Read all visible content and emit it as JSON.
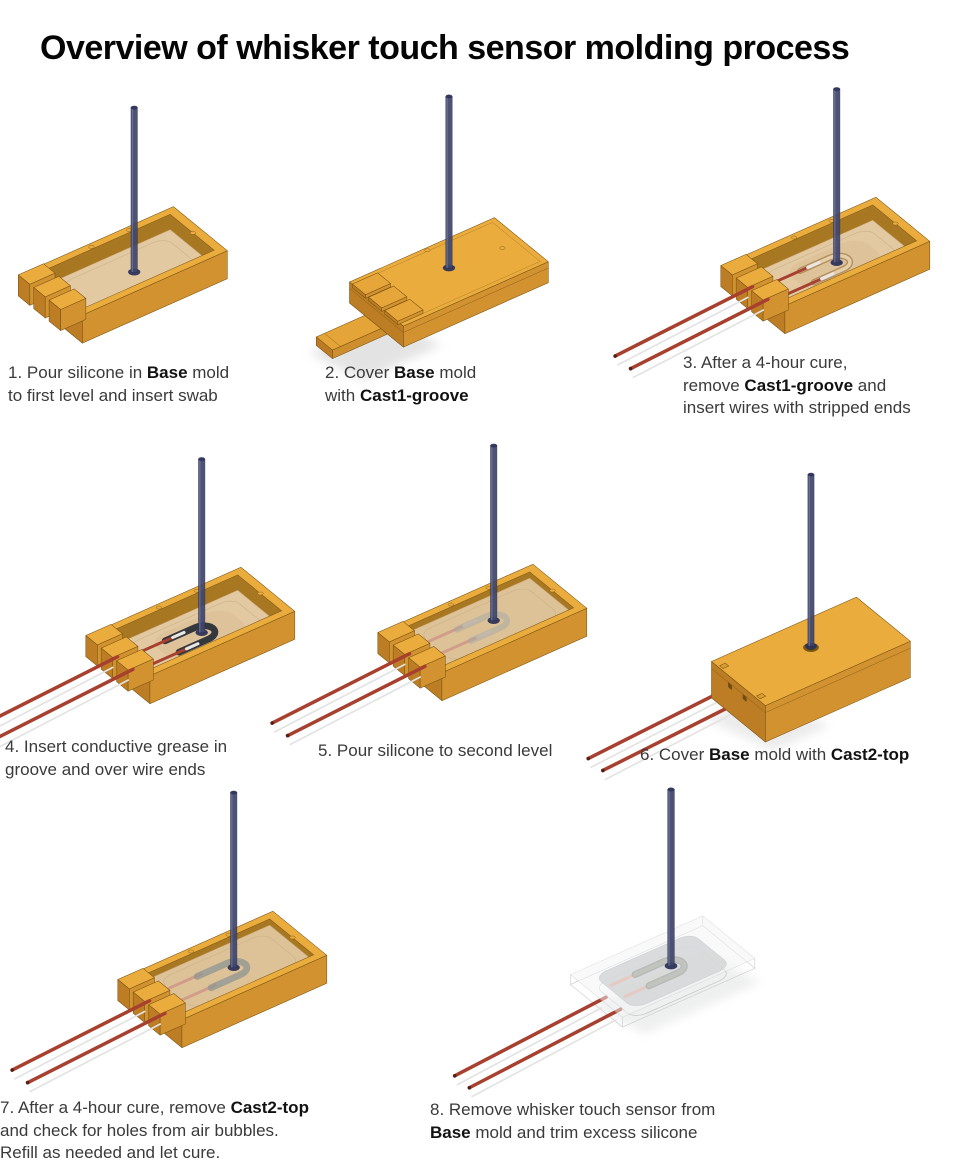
{
  "page": {
    "title": "Overview of whisker touch sensor molding process",
    "background": "#ffffff"
  },
  "colors": {
    "mold_top": "#EBAC3E",
    "mold_front": "#D29230",
    "mold_side": "#BC7D24",
    "mold_outline": "#7A5413",
    "mold_cavity_wall": "#A87722",
    "silicone_first_pour_tan": "#E2C9A2",
    "silicone_cured_gray": "#B5B8B8",
    "whisker_swab_navy": "#41466B",
    "wire_red": "#A8402F",
    "wire_stripped_end": "#E9E7E3",
    "conductive_grease": "#34373C"
  },
  "steps": [
    {
      "number": 1,
      "illustration": "base-mold-open-first-pour-with-swab",
      "caption": [
        {
          "text": "1. Pour silicone in ",
          "bold": false
        },
        {
          "text": "Base",
          "bold": true
        },
        {
          "text": " mold\nto first level and insert swab",
          "bold": false
        }
      ]
    },
    {
      "number": 2,
      "illustration": "base-mold-covered-with-cast1-groove",
      "caption": [
        {
          "text": "2. Cover ",
          "bold": false
        },
        {
          "text": "Base",
          "bold": true
        },
        {
          "text": " mold\nwith ",
          "bold": false
        },
        {
          "text": "Cast1-groove",
          "bold": true
        }
      ]
    },
    {
      "number": 3,
      "illustration": "base-mold-open-groove-with-wires-inserted",
      "caption": [
        {
          "text": "3. After a 4-hour cure,\nremove ",
          "bold": false
        },
        {
          "text": "Cast1-groove",
          "bold": true
        },
        {
          "text": " and\ninsert wires with stripped ends",
          "bold": false
        }
      ]
    },
    {
      "number": 4,
      "illustration": "base-mold-open-groove-filled-with-conductive-grease",
      "caption": [
        {
          "text": "4. Insert conductive grease in\ngroove and over wire ends",
          "bold": false
        }
      ]
    },
    {
      "number": 5,
      "illustration": "base-mold-open-silicone-second-level",
      "caption": [
        {
          "text": "5. Pour silicone to second level",
          "bold": false
        }
      ]
    },
    {
      "number": 6,
      "illustration": "base-mold-covered-with-cast2-top",
      "caption": [
        {
          "text": "6. Cover ",
          "bold": false
        },
        {
          "text": "Base",
          "bold": true
        },
        {
          "text": " mold with ",
          "bold": false
        },
        {
          "text": "Cast2-top",
          "bold": true
        }
      ]
    },
    {
      "number": 7,
      "illustration": "base-mold-open-cured-second-level",
      "caption": [
        {
          "text": "7. After a 4-hour cure, remove ",
          "bold": false
        },
        {
          "text": "Cast2-top",
          "bold": true
        },
        {
          "text": "\nand check for holes from air bubbles.\nRefill as needed and let cure.",
          "bold": false
        }
      ]
    },
    {
      "number": 8,
      "illustration": "demolded-whisker-touch-sensor",
      "caption": [
        {
          "text": "8. Remove whisker touch sensor from\n",
          "bold": false
        },
        {
          "text": "Base",
          "bold": true
        },
        {
          "text": " mold and trim excess silicone",
          "bold": false
        }
      ]
    }
  ]
}
